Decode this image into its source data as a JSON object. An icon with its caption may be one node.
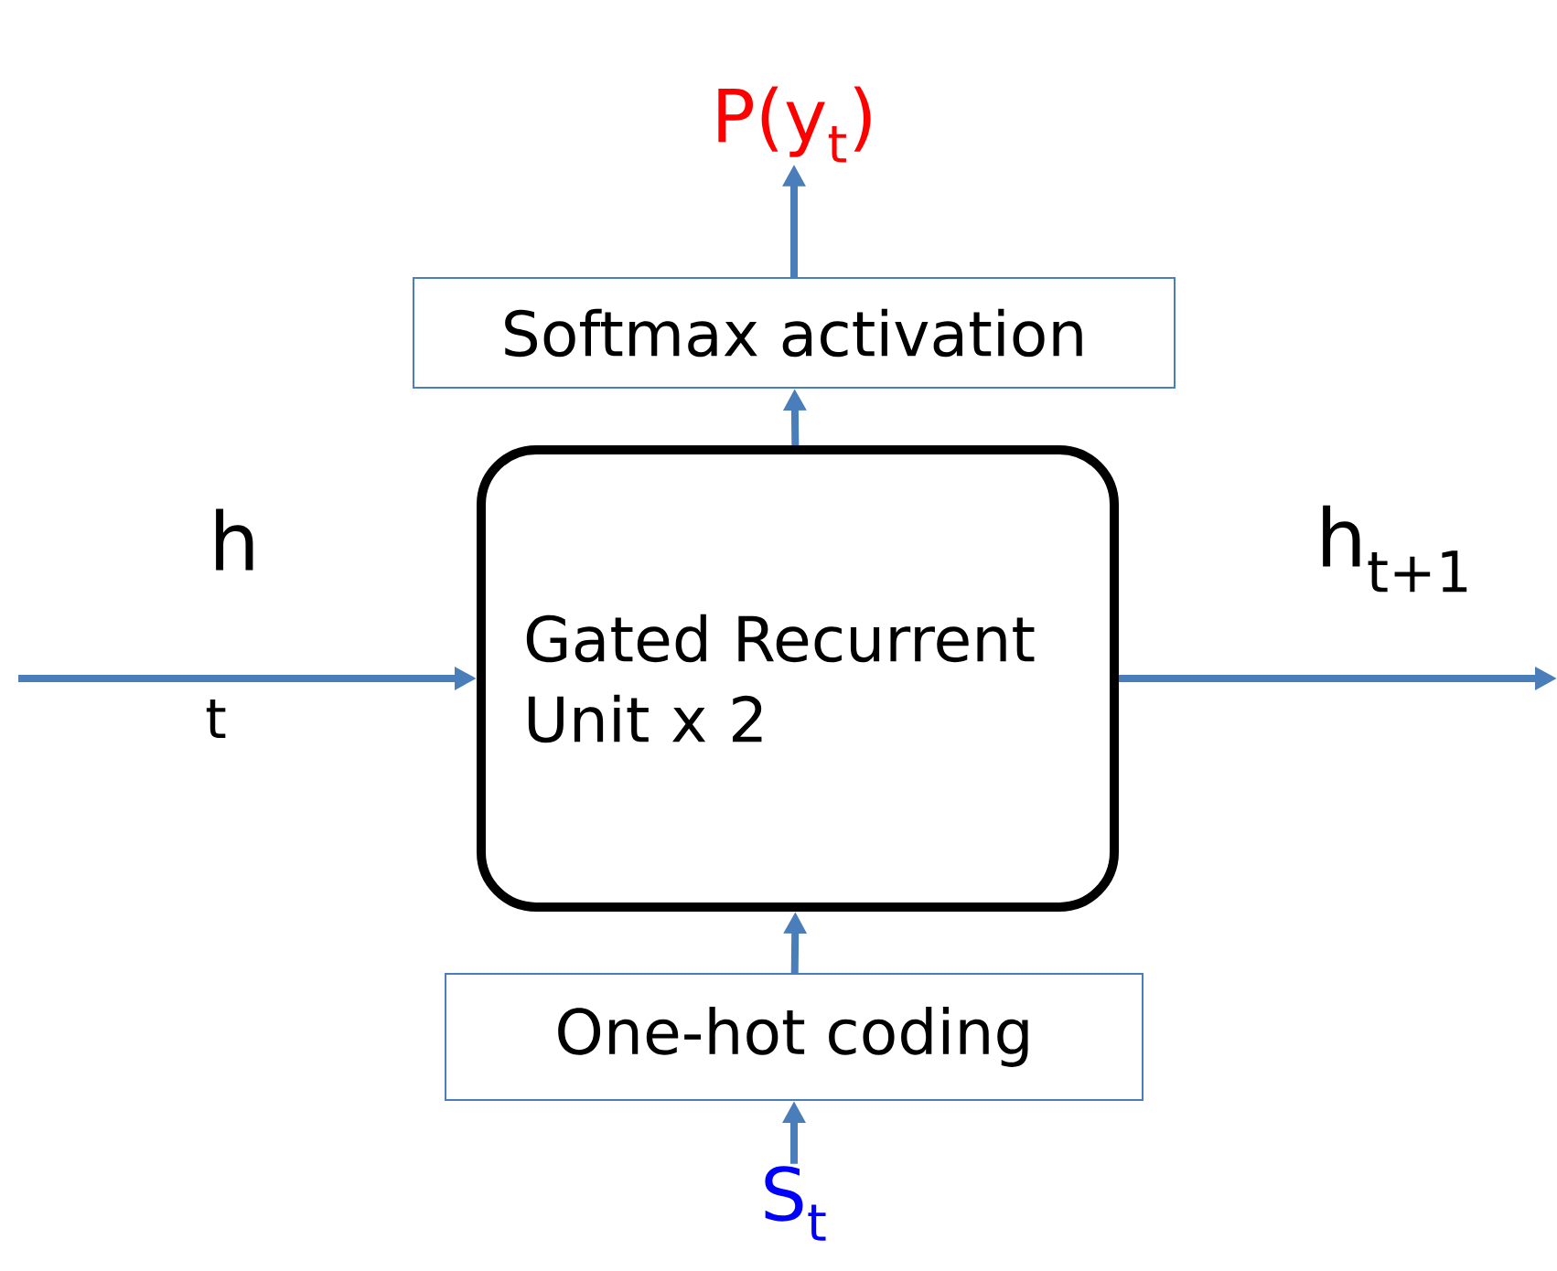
{
  "diagram": {
    "nodes": [
      {
        "text": [
          "P(y$_{t}$)"
        ]
      },
      {
        "text": [
          "Softmax activation"
        ]
      },
      {
        "text": [
          "Gated Recurrent Unit x 2"
        ]
      },
      {
        "text": [
          "One-hot coding"
        ]
      },
      {
        "text": [
          "S$_{t}$"
        ]
      }
    ],
    "edges": [
      {
        "from": 4,
        "to": 3,
        "arrow": "to"
      },
      {
        "from": 3,
        "to": 2,
        "arrow": "to"
      },
      {
        "from": 2,
        "to": 1,
        "arrow": "to"
      },
      {
        "from": 1,
        "to": 0,
        "arrow": "to"
      },
      {
        "from": null,
        "to": 2,
        "arrow": "to"
      },
      {
        "from": 2,
        "to": null,
        "arrow": "to"
      }
    ],
    "labels": [
      "h",
      "t",
      "h$_{t+1}$"
    ]
  }
}
